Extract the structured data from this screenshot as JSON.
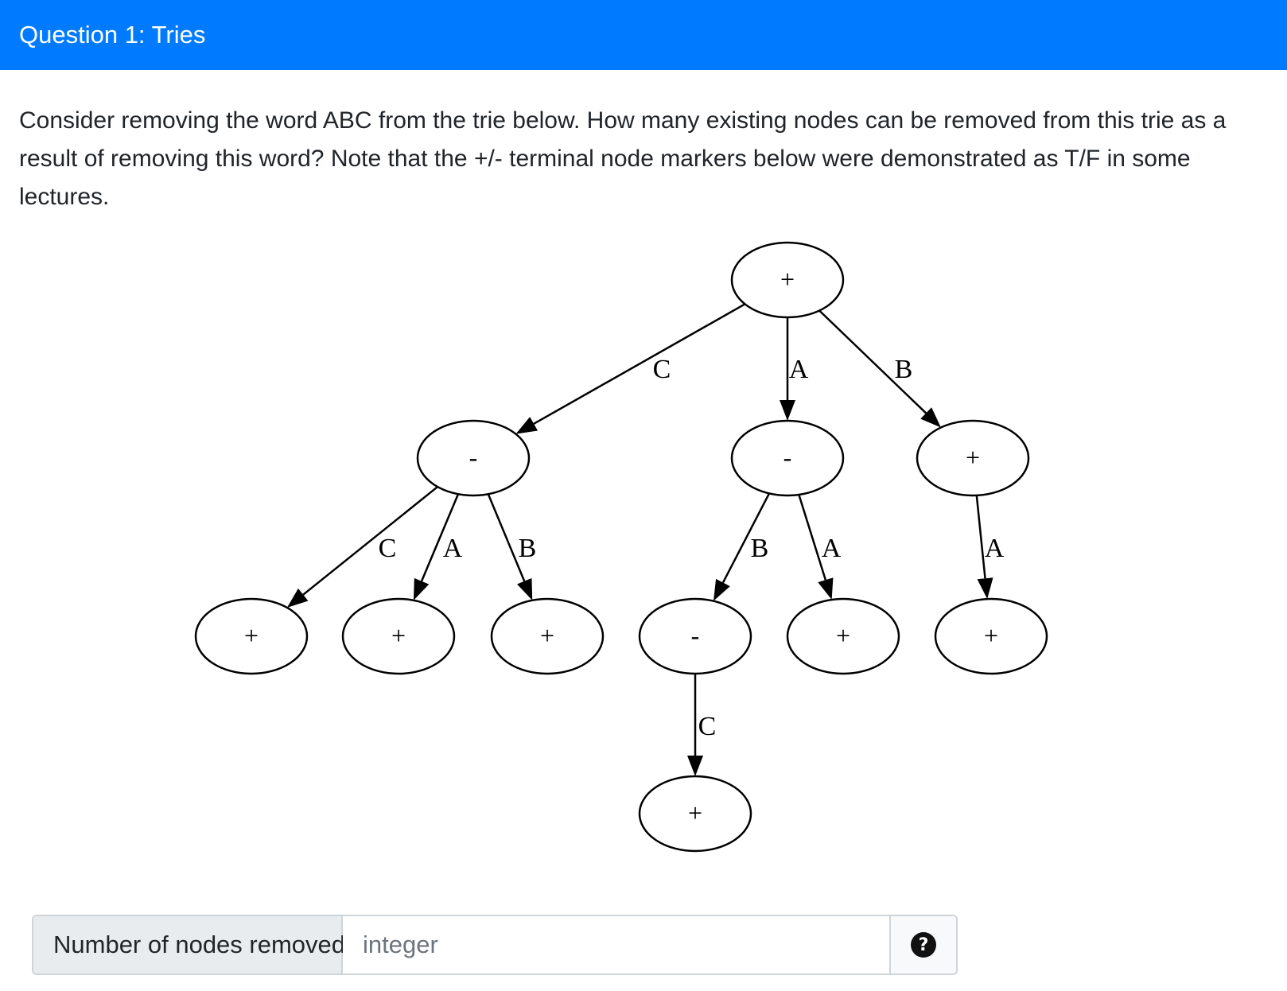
{
  "header": {
    "title": "Question 1: Tries"
  },
  "question": {
    "text": "Consider removing the word ABC from the trie below. How many existing nodes can be removed from this trie as a result of removing this word? Note that the +/- terminal node markers below were demonstrated as T/F in some lectures."
  },
  "trie": {
    "nodes": [
      {
        "id": "root",
        "label": "+"
      },
      {
        "id": "c",
        "label": "-"
      },
      {
        "id": "a",
        "label": "-"
      },
      {
        "id": "b",
        "label": "+"
      },
      {
        "id": "cc",
        "label": "+"
      },
      {
        "id": "ca",
        "label": "+"
      },
      {
        "id": "cb",
        "label": "+"
      },
      {
        "id": "ab",
        "label": "-"
      },
      {
        "id": "aa",
        "label": "+"
      },
      {
        "id": "ba",
        "label": "+"
      },
      {
        "id": "abc",
        "label": "+"
      }
    ],
    "edges": [
      {
        "from": "root",
        "to": "c",
        "label": "C"
      },
      {
        "from": "root",
        "to": "a",
        "label": "A"
      },
      {
        "from": "root",
        "to": "b",
        "label": "B"
      },
      {
        "from": "c",
        "to": "cc",
        "label": "C"
      },
      {
        "from": "c",
        "to": "ca",
        "label": "A"
      },
      {
        "from": "c",
        "to": "cb",
        "label": "B"
      },
      {
        "from": "a",
        "to": "ab",
        "label": "B"
      },
      {
        "from": "a",
        "to": "aa",
        "label": "A"
      },
      {
        "from": "b",
        "to": "ba",
        "label": "A"
      },
      {
        "from": "ab",
        "to": "abc",
        "label": "C"
      }
    ]
  },
  "answer": {
    "label": "Number of nodes removed:",
    "placeholder": "integer",
    "help_icon": "question-circle-icon",
    "help_glyph": "?"
  }
}
